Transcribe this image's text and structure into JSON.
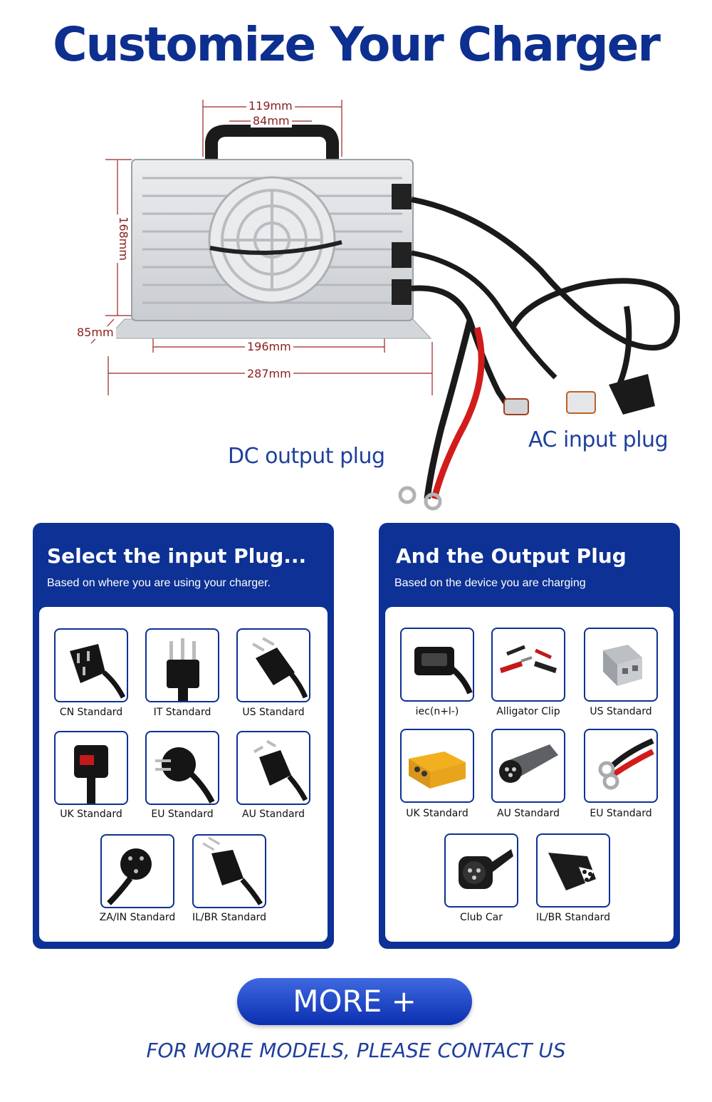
{
  "title": "Customize Your Charger",
  "dimensions": {
    "handle_outer": "119mm",
    "handle_inner": "84mm",
    "height": "168mm",
    "base": "85mm",
    "inner_width": "196mm",
    "total_width": "287mm"
  },
  "labels": {
    "dc_output": "DC output plug",
    "ac_input": "AC input plug"
  },
  "input_panel": {
    "title": "Select the input Plug...",
    "subtitle": "Based on where you are using your charger.",
    "items": [
      {
        "label": "CN Standard",
        "icon": "cn-plug-icon"
      },
      {
        "label": "IT Standard",
        "icon": "it-plug-icon"
      },
      {
        "label": "US Standard",
        "icon": "us-plug-icon"
      },
      {
        "label": "UK Standard",
        "icon": "uk-plug-icon"
      },
      {
        "label": "EU Standard",
        "icon": "eu-plug-icon"
      },
      {
        "label": "AU Standard",
        "icon": "au-plug-icon"
      },
      {
        "label": "ZA/IN Standard",
        "icon": "za-in-plug-icon"
      },
      {
        "label": "IL/BR Standard",
        "icon": "il-br-plug-icon"
      }
    ]
  },
  "output_panel": {
    "title": "And the Output Plug",
    "subtitle": "Based on the device you are charging",
    "items": [
      {
        "label": "iec(n+l-)",
        "icon": "iec-connector-icon"
      },
      {
        "label": "Alligator Clip",
        "icon": "alligator-clip-icon"
      },
      {
        "label": "US Standard",
        "icon": "anderson-connector-icon"
      },
      {
        "label": "UK Standard",
        "icon": "xt-connector-icon"
      },
      {
        "label": "AU Standard",
        "icon": "round-connector-icon"
      },
      {
        "label": "EU Standard",
        "icon": "ring-terminal-icon"
      },
      {
        "label": "Club Car",
        "icon": "club-car-plug-icon"
      },
      {
        "label": "IL/BR Standard",
        "icon": "triangle-plug-icon"
      }
    ]
  },
  "more_button": "MORE +",
  "contact_text": "FOR MORE MODELS, PLEASE CONTACT US",
  "colors": {
    "brand_blue": "#0d3194",
    "title_blue": "#0d2f8f",
    "dimension_red": "#8b1c1c"
  }
}
